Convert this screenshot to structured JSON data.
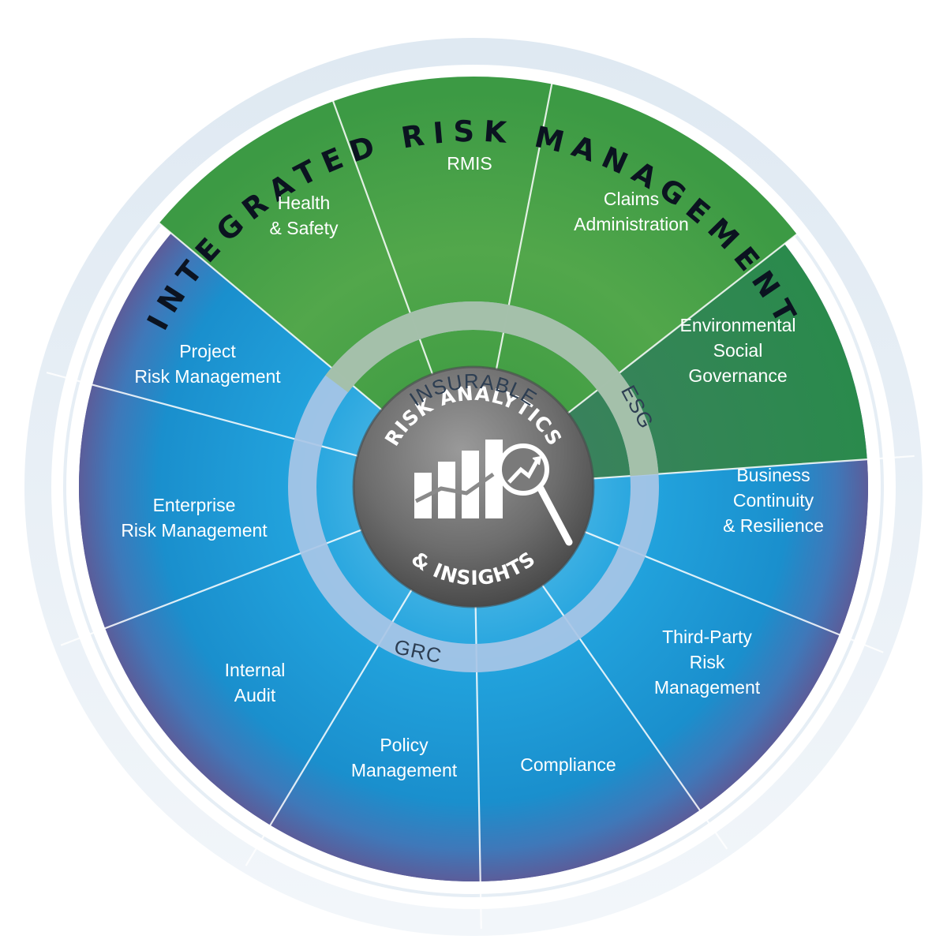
{
  "title": "INTEGRATED RISK MANAGEMENT",
  "center": {
    "top_text": "RISK ANALYTICS",
    "bottom_text": "& INSIGHTS",
    "icon": "bar-chart-magnifier-icon"
  },
  "rings": {
    "insurable": "INSURABLE",
    "esg": "ESG",
    "grc": "GRC"
  },
  "colors": {
    "green": "#4ea64a",
    "dark_green": "#2a8258",
    "blue": "#1e9bd8",
    "navy_edge": "#5a5f9c",
    "ring_band": "#9dbbe2",
    "center_gray": "#6f6f6f"
  },
  "segments": [
    {
      "id": "health-safety",
      "lines": [
        "Health",
        "& Safety"
      ],
      "group": "green"
    },
    {
      "id": "rmis",
      "lines": [
        "RMIS"
      ],
      "group": "green"
    },
    {
      "id": "claims-administration",
      "lines": [
        "Claims",
        "Administration"
      ],
      "group": "green"
    },
    {
      "id": "environmental-social-governance",
      "lines": [
        "Environmental",
        "Social",
        "Governance"
      ],
      "group": "dark_green"
    },
    {
      "id": "business-continuity",
      "lines": [
        "Business",
        "Continuity",
        "& Resilience"
      ],
      "group": "blue"
    },
    {
      "id": "third-party-risk",
      "lines": [
        "Third-Party",
        "Risk",
        "Management"
      ],
      "group": "blue"
    },
    {
      "id": "compliance",
      "lines": [
        "Compliance"
      ],
      "group": "blue"
    },
    {
      "id": "policy-management",
      "lines": [
        "Policy",
        "Management"
      ],
      "group": "blue"
    },
    {
      "id": "internal-audit",
      "lines": [
        "Internal",
        "Audit"
      ],
      "group": "blue"
    },
    {
      "id": "enterprise-risk",
      "lines": [
        "Enterprise",
        "Risk Management"
      ],
      "group": "blue"
    },
    {
      "id": "project-risk",
      "lines": [
        "Project",
        "Risk Management"
      ],
      "group": "blue"
    }
  ]
}
